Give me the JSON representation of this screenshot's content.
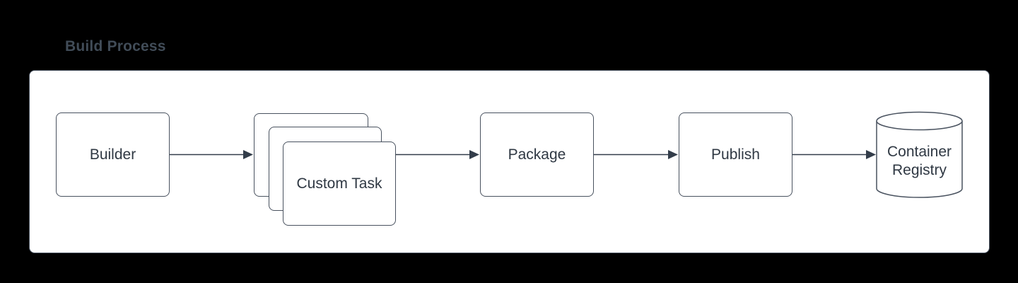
{
  "title": "Build Process",
  "theme": {
    "background": "#000000",
    "panel_bg": "#ffffff",
    "panel_border": "#4b5563",
    "stroke": "#49525f",
    "connector": "#333d4a",
    "text": "#2f3843",
    "title_color": "#414c58"
  },
  "nodes": {
    "builder": {
      "label": "Builder",
      "shape": "rectangle"
    },
    "custom_task": {
      "label": "Custom Task",
      "shape": "stacked-rectangles",
      "stack_count": 3
    },
    "package": {
      "label": "Package",
      "shape": "rectangle"
    },
    "publish": {
      "label": "Publish",
      "shape": "rectangle"
    },
    "container_registry": {
      "label": "Container Registry",
      "shape": "cylinder"
    }
  },
  "connections": [
    {
      "from": "builder",
      "to": "custom_task",
      "style": "arrow-right"
    },
    {
      "from": "custom_task",
      "to": "package",
      "style": "arrow-right"
    },
    {
      "from": "package",
      "to": "publish",
      "style": "arrow-right"
    },
    {
      "from": "publish",
      "to": "container_registry",
      "style": "arrow-right"
    }
  ]
}
